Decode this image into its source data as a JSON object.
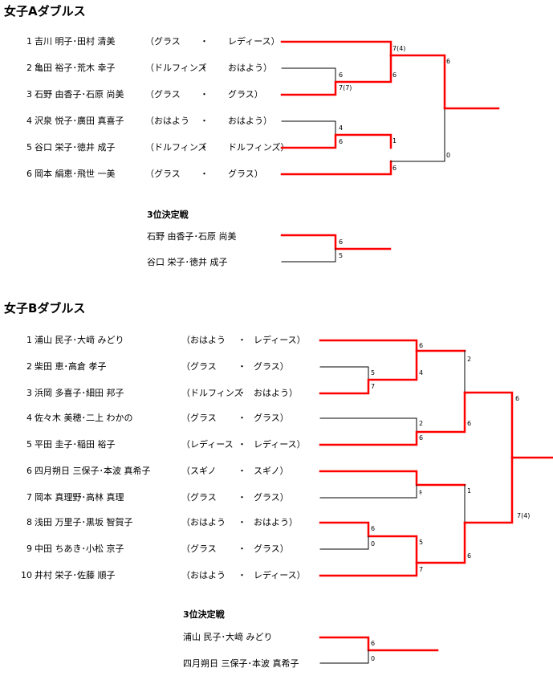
{
  "colors": {
    "win_line": "#ff0000",
    "lose_line": "#000000"
  },
  "section_a": {
    "title": "女子Aダブルス",
    "entries": [
      {
        "no": "1",
        "names": "吉川 明子･田村 清美",
        "c1": "（グラス",
        "sep": "・",
        "c2": "レディース）"
      },
      {
        "no": "2",
        "names": "亀田 裕子･荒木 幸子",
        "c1": "（ドルフィンズ",
        "sep": "・",
        "c2": "おはよう）"
      },
      {
        "no": "3",
        "names": "石野 由香子･石原 尚美",
        "c1": "（グラス",
        "sep": "・",
        "c2": "グラス）"
      },
      {
        "no": "4",
        "names": "沢泉 悦子･廣田 真喜子",
        "c1": "（おはよう",
        "sep": "・",
        "c2": "おはよう）"
      },
      {
        "no": "5",
        "names": "谷口 栄子･徳井 成子",
        "c1": "（ドルフィンズ",
        "sep": "・",
        "c2": "ドルフィンズ）"
      },
      {
        "no": "6",
        "names": "岡本 絹恵･飛世 一美",
        "c1": "（グラス",
        "sep": "・",
        "c2": "グラス）"
      }
    ],
    "scores": [
      "7(4)",
      "6",
      "6",
      "7(7)",
      "6",
      "4",
      "6",
      "1",
      "6",
      "0"
    ],
    "third": {
      "title": "3位決定戦",
      "p1": "石野 由香子･石原 尚美",
      "p2": "谷口 栄子･徳井 成子",
      "s1": "6",
      "s2": "5"
    }
  },
  "section_b": {
    "title": "女子Bダブルス",
    "entries": [
      {
        "no": "1",
        "names": "浦山 民子･大﨑 みどり",
        "c1": "（おはよう",
        "sep": "・",
        "c2": "レディース）"
      },
      {
        "no": "2",
        "names": "柴田 恵･高倉 孝子",
        "c1": "（グラス",
        "sep": "・",
        "c2": "グラス）"
      },
      {
        "no": "3",
        "names": "浜岡 多喜子･細田 邦子",
        "c1": "（ドルフィンズ",
        "sep": "・",
        "c2": "おはよう）"
      },
      {
        "no": "4",
        "names": "佐々木 美穂･二上 わかの",
        "c1": "（グラス",
        "sep": "・",
        "c2": "グラス）"
      },
      {
        "no": "5",
        "names": "平田 圭子･稲田 裕子",
        "c1": "（レディース",
        "sep": "・",
        "c2": "レディース）"
      },
      {
        "no": "6",
        "names": "四月朔日 三保子･本波 真希子",
        "c1": "（スギノ",
        "sep": "・",
        "c2": "スギノ）"
      },
      {
        "no": "7",
        "names": "岡本 真理野･高林 真理",
        "c1": "（グラス",
        "sep": "・",
        "c2": "グラス）"
      },
      {
        "no": "8",
        "names": "浅田 万里子･黒坂 智賀子",
        "c1": "（おはよう",
        "sep": "・",
        "c2": "おはよう）"
      },
      {
        "no": "9",
        "names": "中田 ちあき･小松 京子",
        "c1": "（グラス",
        "sep": "・",
        "c2": "グラス）"
      },
      {
        "no": "10",
        "names": "井村 栄子･佐藤 順子",
        "c1": "（おはよう",
        "sep": "・",
        "c2": "レディース）"
      }
    ],
    "scores": [
      "6",
      "2",
      "5",
      "4",
      "7",
      "6",
      "2",
      "6",
      "6",
      "1",
      "ｷ",
      "6",
      "5",
      "0",
      "6",
      "7",
      "7(4)"
    ],
    "third": {
      "title": "3位決定戦",
      "p1": "浦山 民子･大﨑 みどり",
      "p2": "四月朔日 三保子･本波 真希子",
      "s1": "6",
      "s2": "0"
    }
  }
}
